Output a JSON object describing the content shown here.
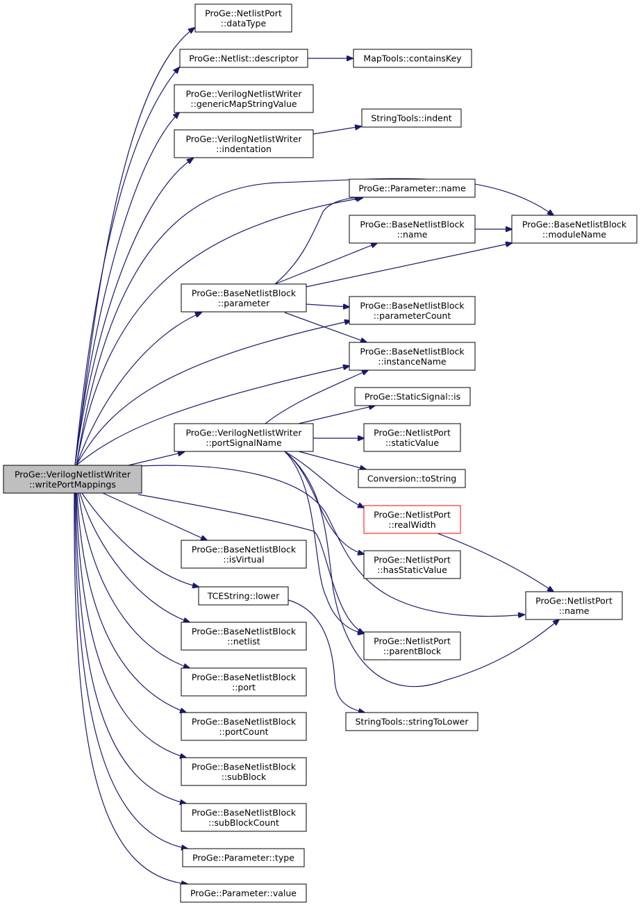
{
  "nodes": [
    {
      "id": "writePortMappings",
      "lines": [
        "ProGe::VerilogNetlistWriter",
        "::writePortMappings"
      ],
      "style": "root"
    },
    {
      "id": "dataType",
      "lines": [
        "ProGe::NetlistPort",
        "::dataType"
      ]
    },
    {
      "id": "descriptor",
      "lines": [
        "ProGe::Netlist::descriptor"
      ]
    },
    {
      "id": "containsKey",
      "lines": [
        "MapTools::containsKey"
      ]
    },
    {
      "id": "genericMapStringValue",
      "lines": [
        "ProGe::VerilogNetlistWriter",
        "::genericMapStringValue"
      ]
    },
    {
      "id": "indentation",
      "lines": [
        "ProGe::VerilogNetlistWriter",
        "::indentation"
      ]
    },
    {
      "id": "indent",
      "lines": [
        "StringTools::indent"
      ]
    },
    {
      "id": "paramName",
      "lines": [
        "ProGe::Parameter::name"
      ]
    },
    {
      "id": "bnbName",
      "lines": [
        "ProGe::BaseNetlistBlock",
        "::name"
      ]
    },
    {
      "id": "moduleName",
      "lines": [
        "ProGe::BaseNetlistBlock",
        "::moduleName"
      ]
    },
    {
      "id": "parameter",
      "lines": [
        "ProGe::BaseNetlistBlock",
        "::parameter"
      ]
    },
    {
      "id": "parameterCount",
      "lines": [
        "ProGe::BaseNetlistBlock",
        "::parameterCount"
      ]
    },
    {
      "id": "instanceName",
      "lines": [
        "ProGe::BaseNetlistBlock",
        "::instanceName"
      ]
    },
    {
      "id": "staticIs",
      "lines": [
        "ProGe::StaticSignal::is"
      ]
    },
    {
      "id": "portSignalName",
      "lines": [
        "ProGe::VerilogNetlistWriter",
        "::portSignalName"
      ]
    },
    {
      "id": "staticValue",
      "lines": [
        "ProGe::NetlistPort",
        "::staticValue"
      ]
    },
    {
      "id": "toString",
      "lines": [
        "Conversion::toString"
      ]
    },
    {
      "id": "realWidth",
      "lines": [
        "ProGe::NetlistPort",
        "::realWidth"
      ],
      "style": "red"
    },
    {
      "id": "hasStaticValue",
      "lines": [
        "ProGe::NetlistPort",
        "::hasStaticValue"
      ]
    },
    {
      "id": "portName",
      "lines": [
        "ProGe::NetlistPort",
        "::name"
      ]
    },
    {
      "id": "isVirtual",
      "lines": [
        "ProGe::BaseNetlistBlock",
        "::isVirtual"
      ]
    },
    {
      "id": "lower",
      "lines": [
        "TCEString::lower"
      ]
    },
    {
      "id": "netlist",
      "lines": [
        "ProGe::BaseNetlistBlock",
        "::netlist"
      ]
    },
    {
      "id": "parentBlock",
      "lines": [
        "ProGe::NetlistPort",
        "::parentBlock"
      ]
    },
    {
      "id": "port",
      "lines": [
        "ProGe::BaseNetlistBlock",
        "::port"
      ]
    },
    {
      "id": "stringToLower",
      "lines": [
        "StringTools::stringToLower"
      ]
    },
    {
      "id": "portCount",
      "lines": [
        "ProGe::BaseNetlistBlock",
        "::portCount"
      ]
    },
    {
      "id": "subBlock",
      "lines": [
        "ProGe::BaseNetlistBlock",
        "::subBlock"
      ]
    },
    {
      "id": "subBlockCount",
      "lines": [
        "ProGe::BaseNetlistBlock",
        "::subBlockCount"
      ]
    },
    {
      "id": "paramType",
      "lines": [
        "ProGe::Parameter::type"
      ]
    },
    {
      "id": "paramValue",
      "lines": [
        "ProGe::Parameter::value"
      ]
    }
  ],
  "edges": [
    {
      "from": "writePortMappings",
      "to": "dataType"
    },
    {
      "from": "writePortMappings",
      "to": "descriptor"
    },
    {
      "from": "writePortMappings",
      "to": "genericMapStringValue"
    },
    {
      "from": "writePortMappings",
      "to": "indentation"
    },
    {
      "from": "writePortMappings",
      "to": "moduleName"
    },
    {
      "from": "writePortMappings",
      "to": "paramName"
    },
    {
      "from": "writePortMappings",
      "to": "parameter"
    },
    {
      "from": "writePortMappings",
      "to": "parameterCount"
    },
    {
      "from": "writePortMappings",
      "to": "instanceName"
    },
    {
      "from": "writePortMappings",
      "to": "portSignalName"
    },
    {
      "from": "writePortMappings",
      "to": "portName"
    },
    {
      "from": "writePortMappings",
      "to": "parentBlock"
    },
    {
      "from": "writePortMappings",
      "to": "isVirtual"
    },
    {
      "from": "writePortMappings",
      "to": "lower"
    },
    {
      "from": "writePortMappings",
      "to": "netlist"
    },
    {
      "from": "writePortMappings",
      "to": "port"
    },
    {
      "from": "writePortMappings",
      "to": "portCount"
    },
    {
      "from": "writePortMappings",
      "to": "subBlock"
    },
    {
      "from": "writePortMappings",
      "to": "subBlockCount"
    },
    {
      "from": "writePortMappings",
      "to": "paramType"
    },
    {
      "from": "writePortMappings",
      "to": "paramValue"
    },
    {
      "from": "descriptor",
      "to": "containsKey"
    },
    {
      "from": "indentation",
      "to": "indent"
    },
    {
      "from": "parameter",
      "to": "paramName"
    },
    {
      "from": "parameter",
      "to": "bnbName"
    },
    {
      "from": "parameter",
      "to": "moduleName"
    },
    {
      "from": "parameter",
      "to": "parameterCount"
    },
    {
      "from": "parameter",
      "to": "instanceName"
    },
    {
      "from": "bnbName",
      "to": "moduleName"
    },
    {
      "from": "portSignalName",
      "to": "instanceName"
    },
    {
      "from": "portSignalName",
      "to": "staticIs"
    },
    {
      "from": "portSignalName",
      "to": "staticValue"
    },
    {
      "from": "portSignalName",
      "to": "toString"
    },
    {
      "from": "portSignalName",
      "to": "realWidth"
    },
    {
      "from": "portSignalName",
      "to": "hasStaticValue"
    },
    {
      "from": "portSignalName",
      "to": "portName"
    },
    {
      "from": "portSignalName",
      "to": "parentBlock"
    },
    {
      "from": "realWidth",
      "to": "portName"
    },
    {
      "from": "lower",
      "to": "stringToLower"
    }
  ]
}
